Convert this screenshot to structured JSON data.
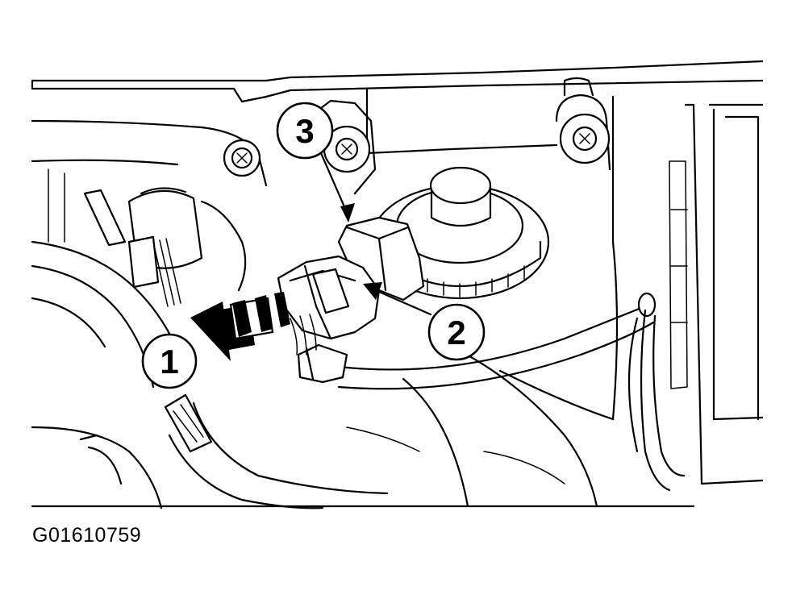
{
  "figure": {
    "id": "G01610759",
    "callouts": [
      {
        "number": "1"
      },
      {
        "number": "2"
      },
      {
        "number": "3"
      }
    ]
  }
}
